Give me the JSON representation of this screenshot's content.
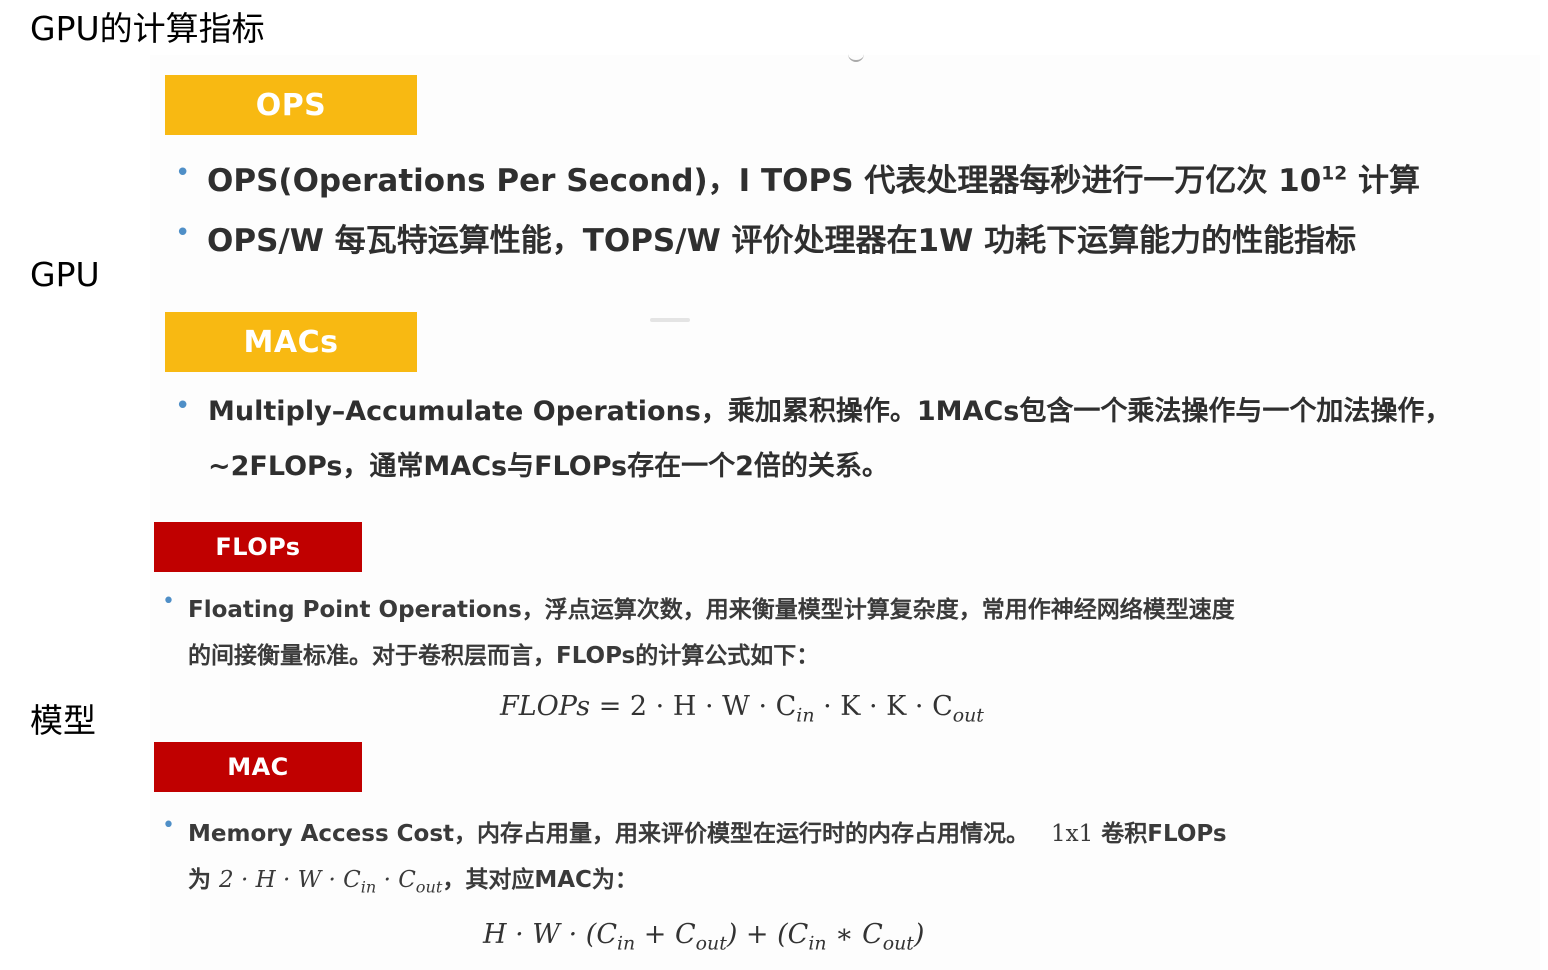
{
  "side_labels": {
    "title": "GPU的计算指标",
    "gpu": "GPU",
    "model": "模型"
  },
  "sections": {
    "ops": {
      "banner": "OPS",
      "line1_pre": "OPS(Operations Per Second)，I TOPS 代表处理器每秒进行一万亿次 10",
      "line1_sup": "12",
      "line1_post": " 计算",
      "line2": "OPS/W 每瓦特运算性能，TOPS/W 评价处理器在1W 功耗下运算能力的性能指标"
    },
    "macs": {
      "banner": "MACs",
      "line1": "Multiply–Accumulate Operations，乘加累积操作。1MACs包含一个乘法操作与一个加法操作，",
      "line2": "~2FLOPs，通常MACs与FLOPs存在一个2倍的关系。"
    },
    "flops": {
      "banner": "FLOPs",
      "line1": "Floating Point Operations，浮点运算次数，用来衡量模型计算复杂度，常用作神经网络模型速度",
      "line2": "的间接衡量标准。对于卷积层而言，FLOPs的计算公式如下：",
      "formula": {
        "lhs": "FLOPs",
        "eq": " = 2 · H · W · C",
        "sub1": "in",
        "mid": " · K · K · C",
        "sub2": "out"
      }
    },
    "mac": {
      "banner": "MAC",
      "line1_pre": "Memory Access Cost，内存占用量，用来评价模型在运行时的内存占用情况。",
      "line1_math": "1x1",
      "line1_post": " 卷积FLOPs",
      "line2_pre": "为 ",
      "line2_math_a": "2 · H · W · C",
      "line2_sub1": "in",
      "line2_math_b": " · C",
      "line2_sub2": "out",
      "line2_post": "，其对应MAC为：",
      "formula": {
        "a": "H · W · (C",
        "sub1": "in",
        "b": " + C",
        "sub2": "out",
        "c": ") + (C",
        "sub3": "in",
        "d": " ∗ C",
        "sub4": "out",
        "e": ")"
      }
    }
  },
  "colors": {
    "yellow_banner": "#f8b912",
    "red_banner": "#c00000",
    "bullet": "#4f8fc7"
  }
}
